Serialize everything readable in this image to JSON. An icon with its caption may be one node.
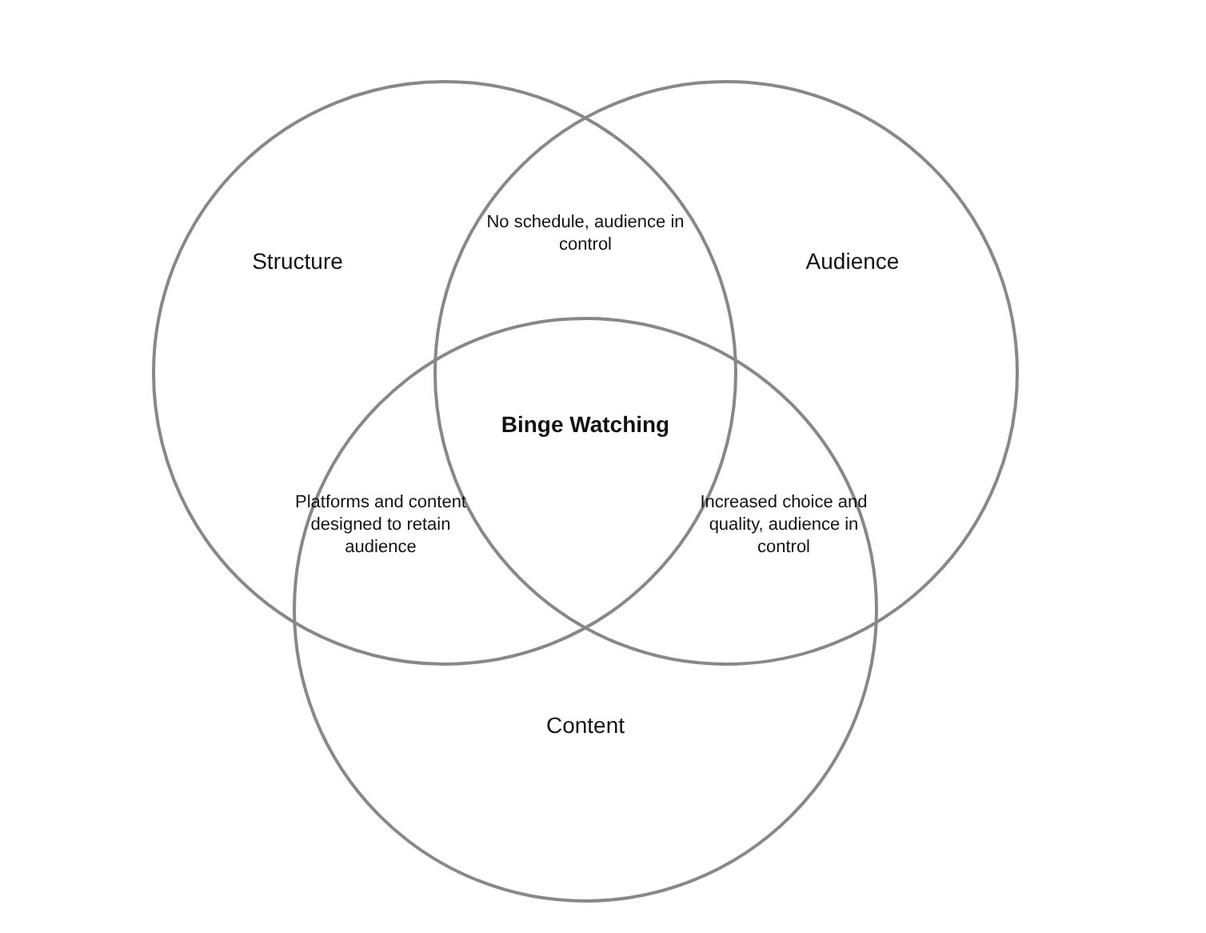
{
  "diagram": {
    "nodes": [
      {
        "text": [
          "Structure"
        ]
      },
      {
        "text": [
          "Audience"
        ]
      },
      {
        "text": [
          "Content"
        ]
      }
    ],
    "labels": [
      "No schedule, audience in control",
      "Binge Watching",
      "Platforms and content designed to retain audience",
      "Increased choice and quality, audience in control"
    ]
  }
}
